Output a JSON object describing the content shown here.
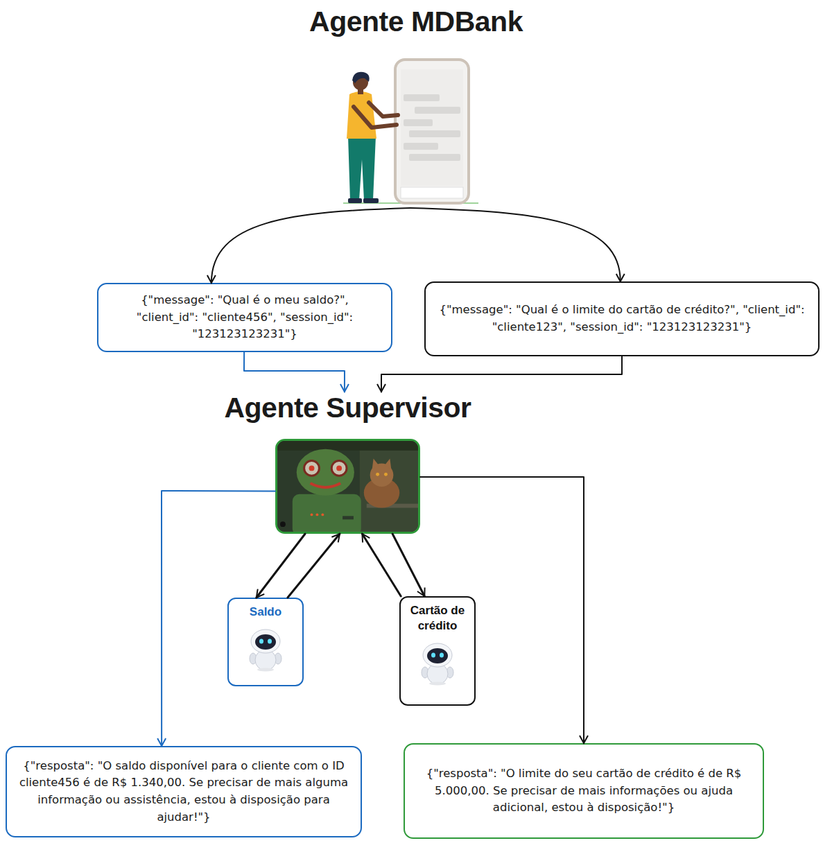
{
  "diagram": {
    "nodes": [
      {
        "text": [
          "Agente MDBank"
        ]
      },
      {
        "text": [
          "{\"message\": \"Qual é o meu saldo?\", \"client_id\": \"cliente456\", \"session_id\": \"123123123231\"}"
        ]
      },
      {
        "text": [
          "{\"message\": \"Qual é o limite do cartão de crédito?\", \"client_id\": \"cliente123\", \"session_id\": \"123123123231\"}"
        ]
      },
      {
        "text": [
          "Agente Supervisor"
        ]
      },
      {
        "text": [
          "Saldo"
        ]
      },
      {
        "text": [
          "Cartão de crédito"
        ]
      },
      {
        "text": [
          "{\"resposta\": \"O saldo disponível para o cliente com o ID cliente456 é de R$ 1.340,00. Se precisar de mais alguma informação ou assistência, estou à disposição para ajudar!\"}"
        ]
      },
      {
        "text": [
          "{\"resposta\": \"O limite do seu cartão de crédito é de R$ 5.000,00. Se precisar de mais informações ou ajuda adicional, estou à disposição!\"}"
        ]
      }
    ],
    "edges": [
      {
        "from": 0,
        "to": 1,
        "arrow": "to"
      },
      {
        "from": 0,
        "to": 2,
        "arrow": "to"
      },
      {
        "from": 1,
        "to": 3,
        "arrow": "to"
      },
      {
        "from": 2,
        "to": 3,
        "arrow": "to"
      },
      {
        "from": 3,
        "to": 4,
        "arrow": "to"
      },
      {
        "from": 4,
        "to": 3,
        "arrow": "to"
      },
      {
        "from": 3,
        "to": 5,
        "arrow": "to"
      },
      {
        "from": 5,
        "to": 3,
        "arrow": "to"
      },
      {
        "from": 3,
        "to": 6,
        "arrow": "to"
      },
      {
        "from": 3,
        "to": 7,
        "arrow": "to"
      }
    ]
  }
}
